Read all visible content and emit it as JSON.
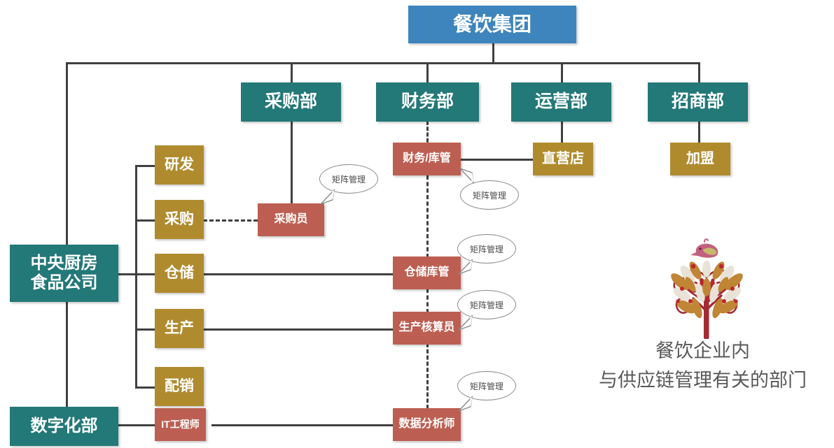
{
  "diagram": {
    "title_node": {
      "label": "餐饮集团",
      "color": "#3d85bc"
    },
    "departments": [
      {
        "label": "采购部",
        "color": "#237878"
      },
      {
        "label": "财务部",
        "color": "#237878"
      },
      {
        "label": "运营部",
        "color": "#237878"
      },
      {
        "label": "招商部",
        "color": "#237878"
      }
    ],
    "left_entities": [
      {
        "label": "中央厨房\n食品公司",
        "line1": "中央厨房",
        "line2": "食品公司",
        "color": "#237878"
      },
      {
        "label": "数字化部",
        "color": "#237878"
      }
    ],
    "functions": [
      {
        "label": "研发",
        "color": "#b08b2e"
      },
      {
        "label": "采购",
        "color": "#b08b2e"
      },
      {
        "label": "仓储",
        "color": "#b08b2e"
      },
      {
        "label": "生产",
        "color": "#b08b2e"
      },
      {
        "label": "配销",
        "color": "#b08b2e"
      },
      {
        "label": "IT工程师",
        "color": "#bc5f52"
      }
    ],
    "roles": [
      {
        "label": "财务/库管",
        "color": "#bc5f52"
      },
      {
        "label": "仓储库管",
        "color": "#bc5f52"
      },
      {
        "label": "生产核算员",
        "color": "#bc5f52"
      },
      {
        "label": "数据分析师",
        "color": "#bc5f52"
      },
      {
        "label": "采购员",
        "color": "#bc5f52"
      }
    ],
    "stores": [
      {
        "label": "直营店",
        "color": "#b08b2e"
      },
      {
        "label": "加盟",
        "color": "#b08b2e"
      }
    ],
    "callouts": [
      {
        "label": "矩阵管理"
      },
      {
        "label": "矩阵管理"
      },
      {
        "label": "矩阵管理"
      },
      {
        "label": "矩阵管理"
      },
      {
        "label": "矩阵管理"
      }
    ],
    "legend": {
      "line1": "餐饮企业内",
      "line2": "与供应链管理有关的部门",
      "illustration": "ornamental-tree-with-bird"
    },
    "colors": {
      "blue": "#3d85bc",
      "teal": "#237878",
      "gold": "#b08b2e",
      "red": "#bc5f52",
      "line": "#404040",
      "caption_text": "#595959"
    }
  }
}
